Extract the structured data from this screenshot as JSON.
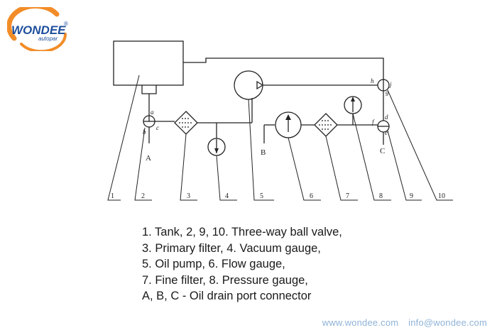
{
  "logo": {
    "brand": "WONDEE",
    "tagline": "autopar",
    "mark": "®"
  },
  "diagram": {
    "callouts": [
      "1",
      "2",
      "3",
      "4",
      "5",
      "6",
      "7",
      "8",
      "9",
      "10"
    ],
    "points": {
      "a": "a",
      "b": "b",
      "c": "c",
      "d": "d",
      "e": "e",
      "f": "f",
      "g": "g",
      "h": "h",
      "j": "j"
    },
    "ports": {
      "A": "A",
      "B": "B",
      "C": "C"
    }
  },
  "legend": [
    "1. Tank, 2, 9, 10. Three-way ball valve,",
    "3. Primary filter, 4. Vacuum gauge,",
    "5. Oil pump, 6. Flow gauge,",
    "7. Fine filter, 8. Pressure gauge,",
    "A, B, C - Oil drain port connector"
  ],
  "footer": {
    "website": "www.wondee.com",
    "email": "info@wondee.com"
  },
  "colors": {
    "logo_orange": "#f28c28",
    "logo_blue": "#1d4f9c",
    "footer_text": "#8fb3d8",
    "line": "#222222"
  }
}
